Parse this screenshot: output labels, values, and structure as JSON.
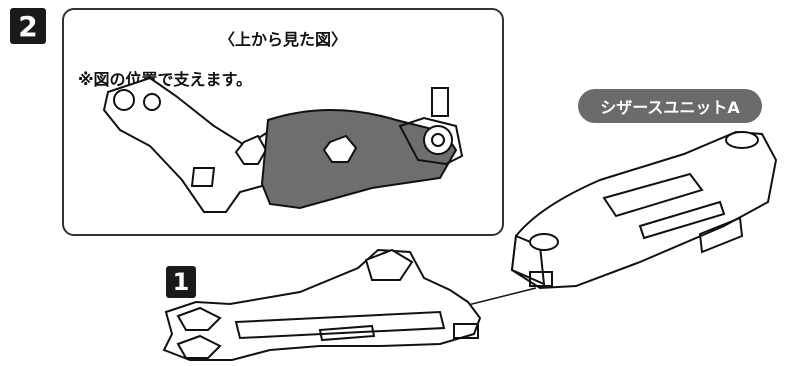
{
  "step2": {
    "number": "2"
  },
  "step1": {
    "number": "1"
  },
  "inset": {
    "title": "〈上から見た図〉",
    "note": "※図の位置で支えます。"
  },
  "callout": {
    "label": "シザースユニットA"
  },
  "colors": {
    "badge": "#1a1a1a",
    "callout": "#6b6b6b",
    "support_area": "#6e6e6e",
    "outline": "#111111"
  }
}
